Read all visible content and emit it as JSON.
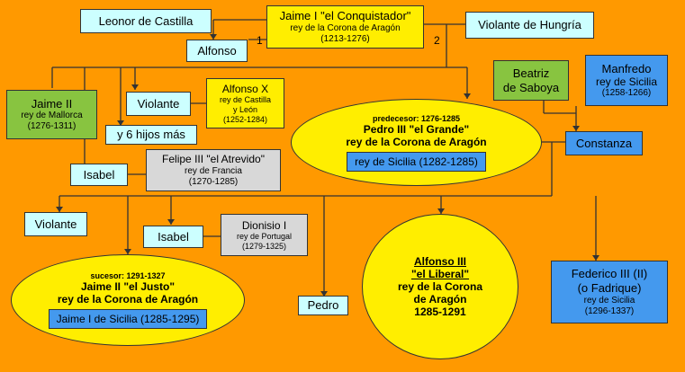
{
  "nodes": {
    "leonor": "Leonor de Castilla",
    "alfonso": "Alfonso",
    "num1": "1",
    "num2": "2",
    "jaime1": {
      "name": "Jaime I \"el Conquistador\"",
      "title": "rey de la Corona de Aragón",
      "dates": "(1213-1276)"
    },
    "violante_h": "Violante de Hungría",
    "jaime2_m": {
      "name": "Jaime II",
      "title": "rey de Mallorca",
      "dates": "(1276-1311)"
    },
    "violante1": "Violante",
    "alfonsoX": {
      "name": "Alfonso X",
      "title1": "rey de Castilla",
      "title2": "y León",
      "dates": "(1252-1284)"
    },
    "seis": "y 6 hijos más",
    "beatriz": {
      "line1": "Beatriz",
      "line2": "de Saboya"
    },
    "manfredo": {
      "name": "Manfredo",
      "title": "rey de Sicilia",
      "dates": "(1258-1266)"
    },
    "pedro3": {
      "pre": "predecesor: 1276-1285",
      "name": "Pedro III \"el Grande\"",
      "title": "rey de la Corona de Aragón",
      "inner": "rey de Sicilia (1282-1285)"
    },
    "constanza": "Constanza",
    "isabel1": "Isabel",
    "felipe": {
      "name": "Felipe III \"el Atrevido\"",
      "title": "rey de Francia",
      "dates": "(1270-1285)"
    },
    "violante2": "Violante",
    "isabel2": "Isabel",
    "dionisio": {
      "name": "Dionisio I",
      "title": "rey de Portugal",
      "dates": "(1279-1325)"
    },
    "jaime2": {
      "suc": "sucesor: 1291-1327",
      "name": "Jaime II \"el Justo\"",
      "title": "rey de la Corona de Aragón",
      "inner": "Jaime I de Sicilia (1285-1295)"
    },
    "pedro": "Pedro",
    "alfonso3": {
      "name": "Alfonso III",
      "nick": "\"el Liberal\"",
      "t1": "rey de la Corona",
      "t2": "de Aragón",
      "dates": "1285-1291"
    },
    "federico": {
      "name": "Federico III (II)",
      "alt": "(o Fadrique)",
      "title": "rey de Sicilia",
      "dates": "(1296-1337)"
    }
  }
}
